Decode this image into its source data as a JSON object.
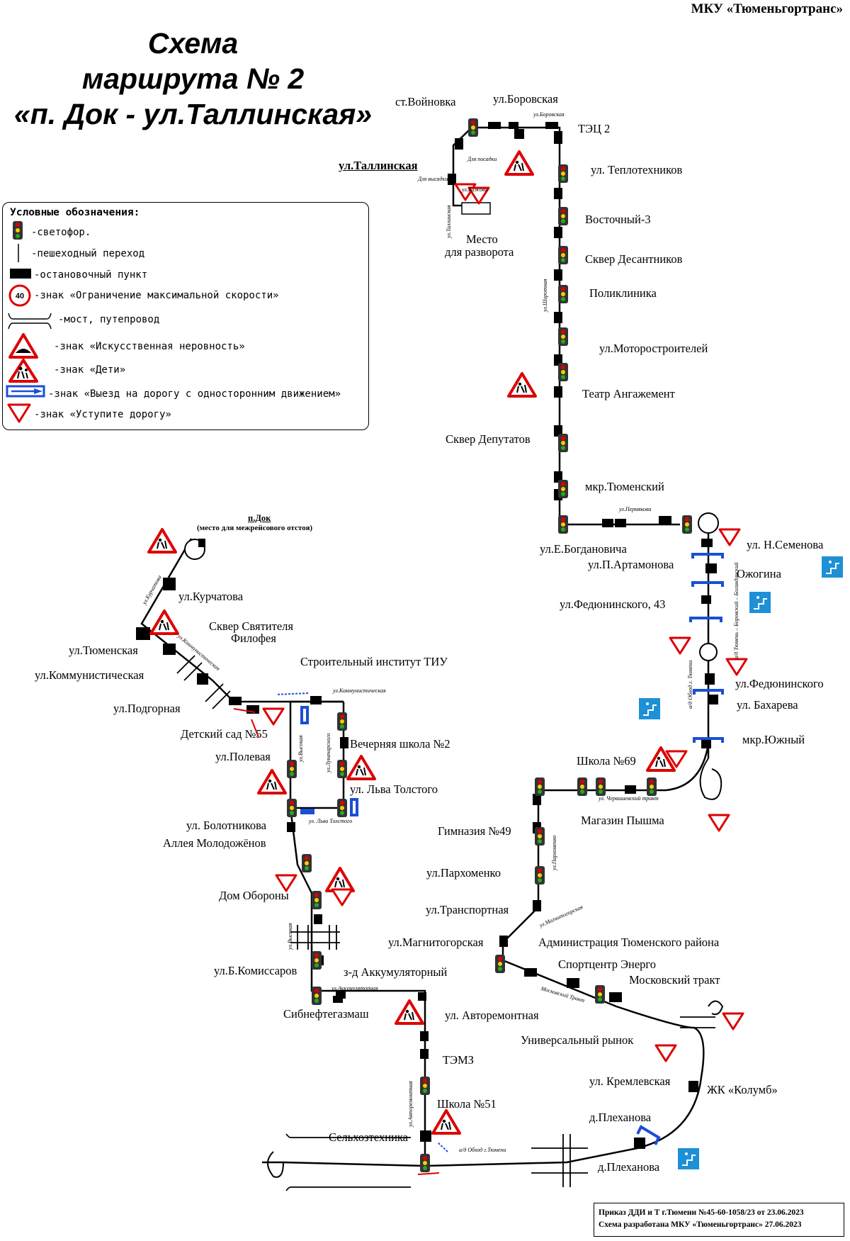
{
  "header": {
    "org": "МКУ «Тюменьгортранс»",
    "title_1": "Схема",
    "title_2": "маршрута № 2",
    "title_3": "«п. Док - ул.Таллинская»"
  },
  "legend": {
    "heading": "Условные обозначения:",
    "items": [
      {
        "icon": "traffic-light-icon",
        "label": "-светофор."
      },
      {
        "icon": "crosswalk-icon",
        "label": "-пешеходный переход"
      },
      {
        "icon": "bus-stop-icon",
        "label": "-остановочный пункт"
      },
      {
        "icon": "speed-limit-icon",
        "label": "-знак «Ограничение максимальной скорости»",
        "value": "40"
      },
      {
        "icon": "bridge-icon",
        "label": "-мост, путепровод"
      },
      {
        "icon": "speed-bump-sign-icon",
        "label": "-знак «Искусственная неровность»"
      },
      {
        "icon": "children-sign-icon",
        "label": "-знак «Дети»"
      },
      {
        "icon": "one-way-exit-sign-icon",
        "label": "-знак «Выезд на дорогу с односторонним движением»"
      },
      {
        "icon": "yield-sign-icon",
        "label": "-знак «Уступите дорогу»"
      }
    ]
  },
  "stops": {
    "voinovka": "ст.Войновка",
    "borovskaya": "ул.Боровская",
    "tec2": "ТЭЦ 2",
    "tallinskaya": "ул.Таллинская",
    "teplotehnikov": "ул. Теплотехников",
    "vostochny3": "Восточный-3",
    "sk_desant": "Сквер Десантников",
    "poliklinika": "Поликлиника",
    "motorostr": "ул.Моторостроителей",
    "teatr": "Театр Ангажемент",
    "sk_deputatov": "Сквер Депутатов",
    "mkr_tyum": "мкр.Тюменский",
    "bogdanovicha": "ул.Е.Богдановича",
    "artamonova": "ул.П.Артамонова",
    "semenova": "ул. Н.Семенова",
    "ozhogina": "Ожогина",
    "fed43": "ул.Федюнинского, 43",
    "fed": "ул.Федюнинского",
    "bahareva": "ул. Бахарева",
    "mkr_yuzh": "мкр.Южный",
    "shkola69": "Школа №69",
    "pyshma": "Магазин Пышма",
    "gimn49": "Гимназия №49",
    "parhomenko": "ул.Пархоменко",
    "transportnaya": "ул.Транспортная",
    "magnitogorsk": "ул.Магнитогорская",
    "admin": "Администрация Тюменского района",
    "energo": "Спортцентр Энерго",
    "mosk_trakt": "Московский тракт",
    "rynok": "Универсальный рынок",
    "kreml": "ул. Кремлевская",
    "kolumb": "ЖК «Колумб»",
    "plehanova1": "д.Плеханова",
    "plehanova2": "д.Плеханова",
    "p_dok": "п.Док",
    "dok_note": "(место для межрейсового отстоя)",
    "kurchatova": "ул.Курчатова",
    "tyumenskaya": "ул.Тюменская",
    "kommun": "ул.Коммунистическая",
    "podgornaya": "ул.Подгорная",
    "sk_filofeya_1": "Сквер Святителя",
    "sk_filofeya_2": "Филофея",
    "tiu": "Строительный институт ТИУ",
    "detsad": "Детский сад №55",
    "polevaya": "ул.Полевая",
    "vech_shk": "Вечерняя школа №2",
    "tolstogo": "ул. Льва Толстого",
    "bolotnikova": "ул. Болотникова",
    "alleya": "Аллея Молодожёнов",
    "dom_oborony": "Дом Обороны",
    "komissarov": "ул.Б.Комиссаров",
    "akkum": "з-д Аккумуляторный",
    "sibneft": "Сибнефтегазмаш",
    "avtorem": "ул. Авторемонтная",
    "temz": "ТЭМЗ",
    "shkola51": "Школа №51",
    "selhoz": "Сельхозтехника",
    "razvorot_1": "Место",
    "razvorot_2": "для разворота",
    "dlya_posadki": "Для посадки",
    "dlya_vysadki": "Для высадки"
  },
  "streets": {
    "borovskaya": "ул.Боровская",
    "shirotnaya": "ул.Широтная",
    "permyakova": "ул.Пермякова",
    "tallinskaya": "ул.Таллинская",
    "bazhova": "ул.Бажова",
    "kurchatova": "ул.Курчатова",
    "kommun1": "ул.Коммунистическая",
    "kommun2": "ул.Коммунистическая",
    "vysokaya": "ул.Высокая",
    "lunacharskogo": "ул.Луначарского",
    "l_tolstogo": "ул. Льва Толстого",
    "cherv_trakt": "ул. Червишевский тракт",
    "parhomenko": "ул.Пархоменко",
    "magnitogorskaya": "ул.Магнитогорская",
    "moskovsky": "Московский Тракт",
    "akkum": "ул.Аккумуляторная",
    "avtorem": "ул.Авторемонтная",
    "obhod1": "а/д Обход г.Тюмени",
    "obhod2": "а/д Обход г. Тюмени",
    "boroviy": "а/д Тюмень – Боровский – Богандинский",
    "vysokaya2": "ул.Высокая"
  },
  "footer": {
    "line1": "Приказ ДДИ и Т г.Тюмени №45-60-1058/23 от 23.06.2023",
    "line2": "Схема разработана МКУ «Тюменьгортранс» 27.06.2023"
  }
}
